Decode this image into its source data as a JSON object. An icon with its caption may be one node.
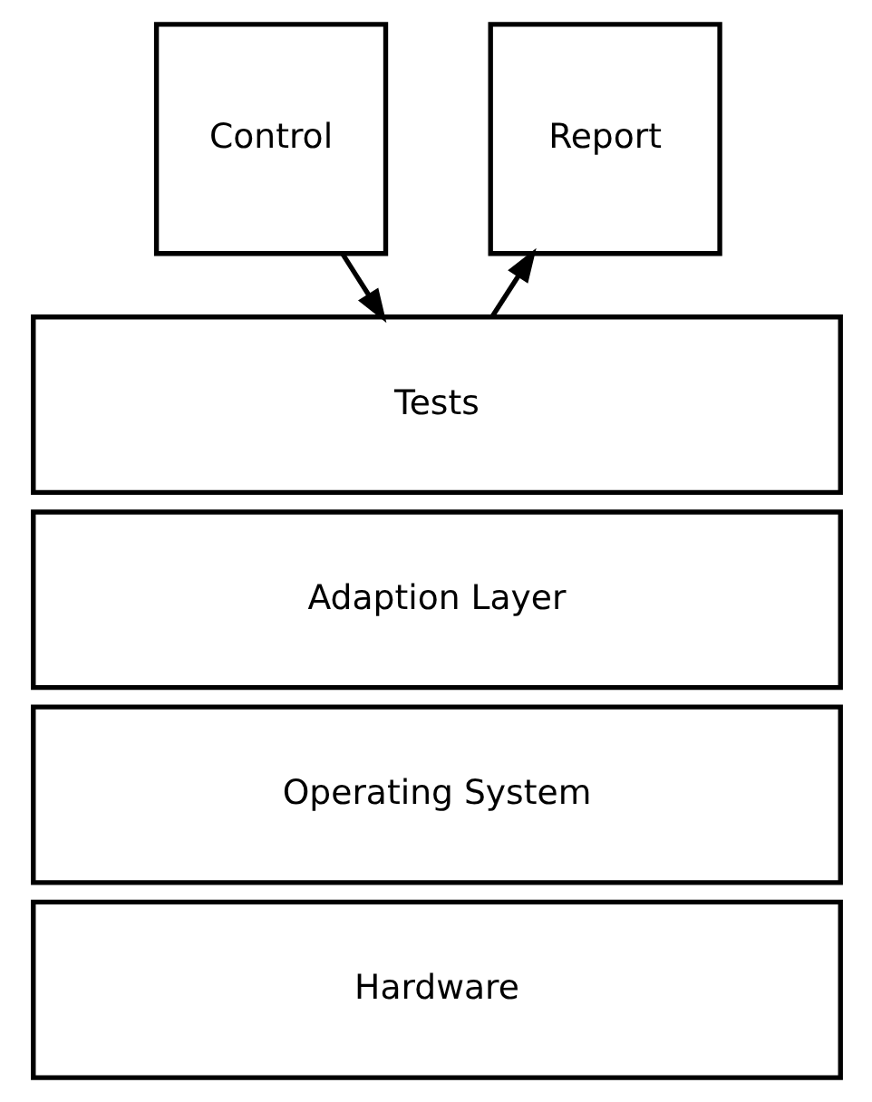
{
  "diagram": {
    "nodes": [
      {
        "text": [
          "Control"
        ]
      },
      {
        "text": [
          "Report"
        ]
      },
      {
        "text": [
          "Tests"
        ]
      },
      {
        "text": [
          "Adaption Layer"
        ]
      },
      {
        "text": [
          "Operating System"
        ]
      },
      {
        "text": [
          "Hardware"
        ]
      }
    ],
    "edges": [
      {
        "from": 0,
        "to": 2,
        "arrow": "to"
      },
      {
        "from": 2,
        "to": 1,
        "arrow": "to"
      }
    ]
  }
}
